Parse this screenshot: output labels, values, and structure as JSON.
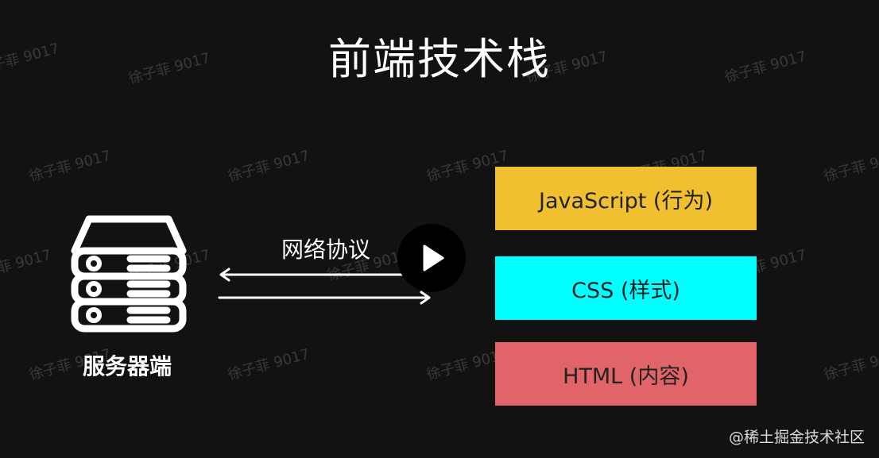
{
  "title": "前端技术栈",
  "server": {
    "label": "服务器端",
    "icon": "server-icon"
  },
  "protocol": {
    "label": "网络协议"
  },
  "video": {
    "control": "play-icon"
  },
  "stack": [
    {
      "label": "JavaScript (行为)",
      "color": "#f0c030"
    },
    {
      "label": "CSS (样式)",
      "color": "#00ffff"
    },
    {
      "label": "HTML (内容)",
      "color": "#e06468"
    }
  ],
  "watermark": "徐子菲 9017",
  "credit": "@稀土掘金技术社区"
}
